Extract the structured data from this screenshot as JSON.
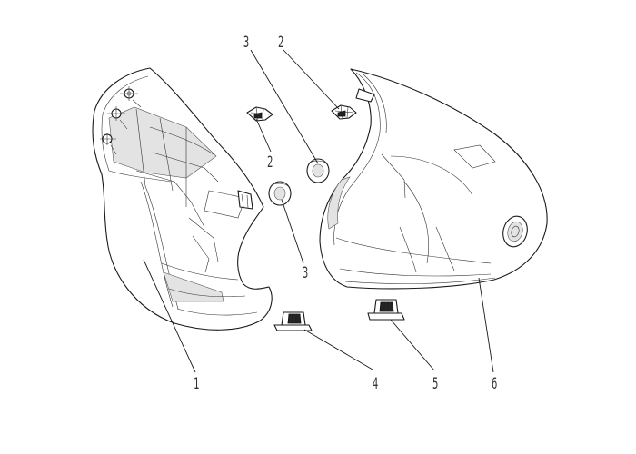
{
  "callouts": {
    "c1": "1",
    "c2a": "2",
    "c2b": "2",
    "c3a": "3",
    "c3b": "3",
    "c4": "4",
    "c5": "5",
    "c6": "6"
  }
}
